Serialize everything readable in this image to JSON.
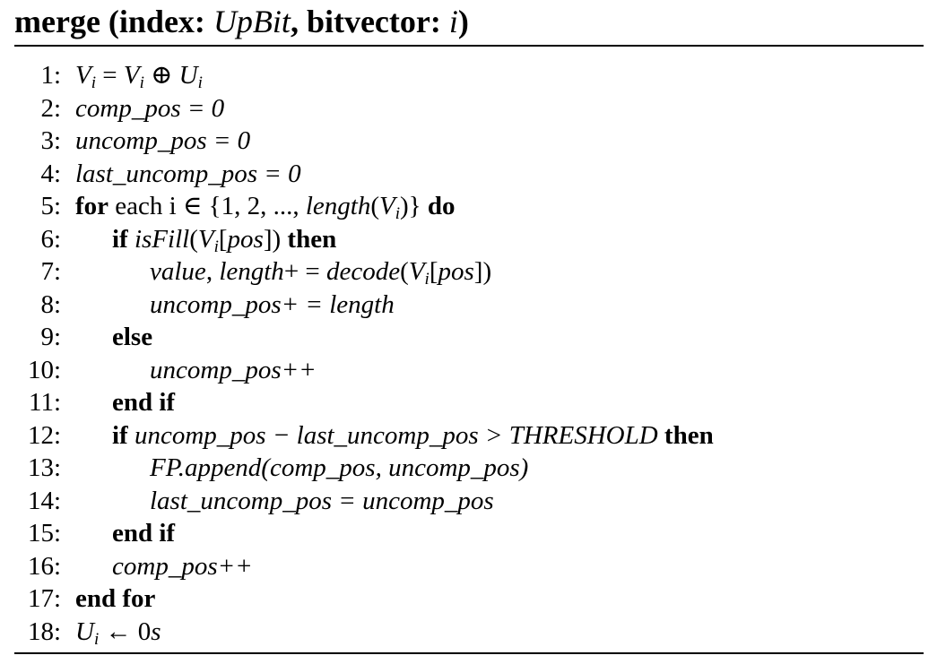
{
  "algorithm": {
    "title_prefix": "merge (index: ",
    "title_index_type": "UpBit",
    "title_middle": ", bitvector: ",
    "title_param": "i",
    "title_suffix": ")"
  },
  "keywords": {
    "for": "for",
    "each": " each i ∈ {1, 2, ..., ",
    "do": "do",
    "if": "if",
    "then": "then",
    "else": "else",
    "end_if": "end if",
    "end_for": "end for"
  },
  "lines": [
    {
      "number": "1:"
    },
    {
      "number": "2:",
      "text": "comp_pos = 0"
    },
    {
      "number": "3:",
      "text": "uncomp_pos = 0"
    },
    {
      "number": "4:",
      "text": "last_uncomp_pos = 0"
    },
    {
      "number": "5:"
    },
    {
      "number": "6:"
    },
    {
      "number": "7:"
    },
    {
      "number": "8:",
      "text": "uncomp_pos+ = length"
    },
    {
      "number": "9:"
    },
    {
      "number": "10:",
      "text": "uncomp_pos++"
    },
    {
      "number": "11:"
    },
    {
      "number": "12:",
      "cond": "uncomp_pos − last_uncomp_pos > THRESHOLD"
    },
    {
      "number": "13:",
      "text": "FP.append(comp_pos, uncomp_pos)"
    },
    {
      "number": "14:",
      "text": "last_uncomp_pos = uncomp_pos"
    },
    {
      "number": "15:"
    },
    {
      "number": "16:",
      "text": "comp_pos++"
    },
    {
      "number": "17:"
    },
    {
      "number": "18:"
    }
  ]
}
